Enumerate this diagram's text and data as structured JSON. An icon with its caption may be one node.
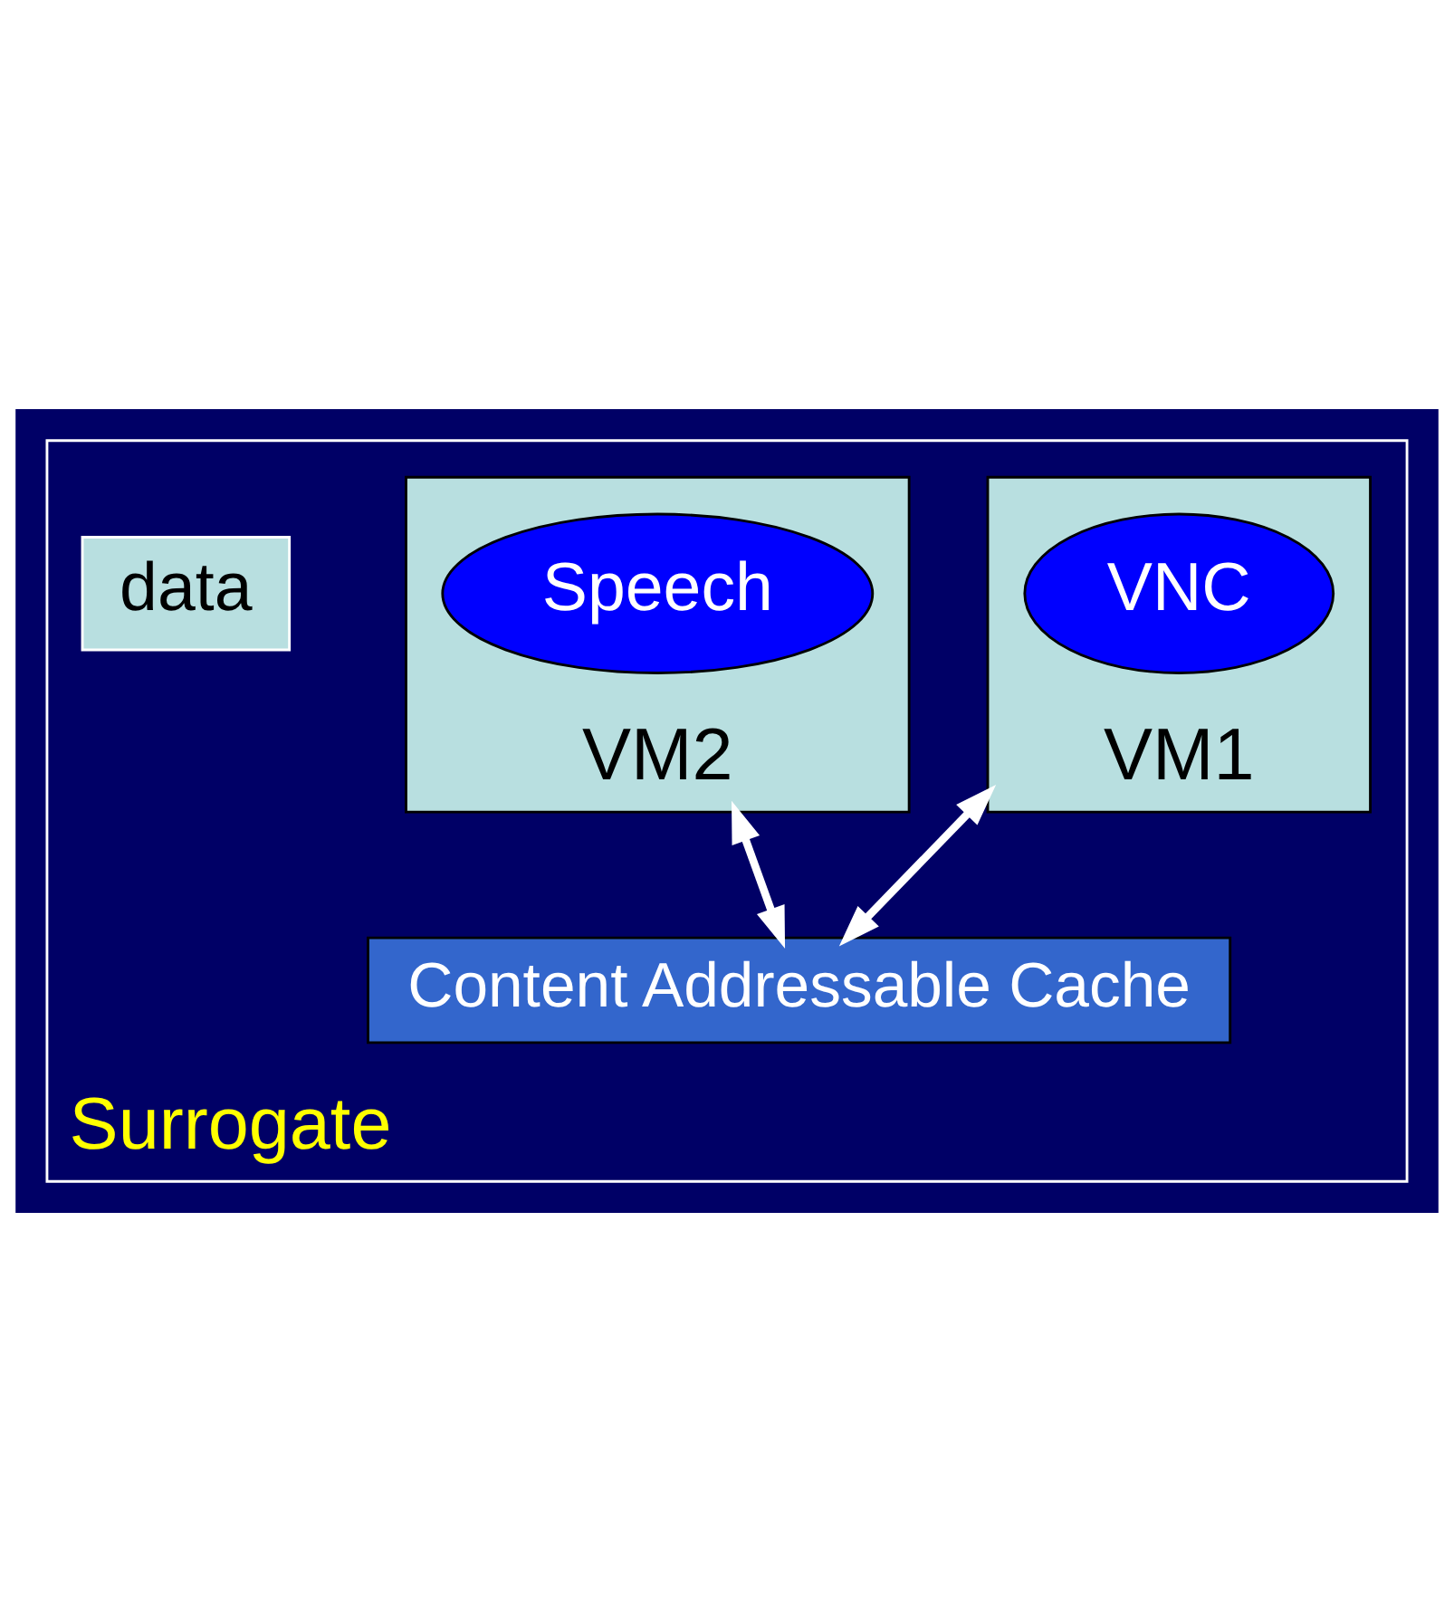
{
  "diagram": {
    "nodes": [
      {
        "text": [
          "Surrogate"
        ]
      },
      {
        "text": [
          "VM1"
        ],
        "in": 0
      },
      {
        "text": [
          "VNC"
        ],
        "in": 1
      },
      {
        "text": [
          "VM2"
        ],
        "in": 0
      },
      {
        "text": [
          "Speech"
        ],
        "in": 3
      },
      {
        "text": [
          "data"
        ],
        "in": 0
      },
      {
        "text": [
          "Content Addressable Cache"
        ],
        "in": 0
      }
    ],
    "edges": [
      {
        "from": 1,
        "to": 6,
        "arrow": "both"
      },
      {
        "from": 3,
        "to": 6,
        "arrow": "both"
      }
    ]
  }
}
